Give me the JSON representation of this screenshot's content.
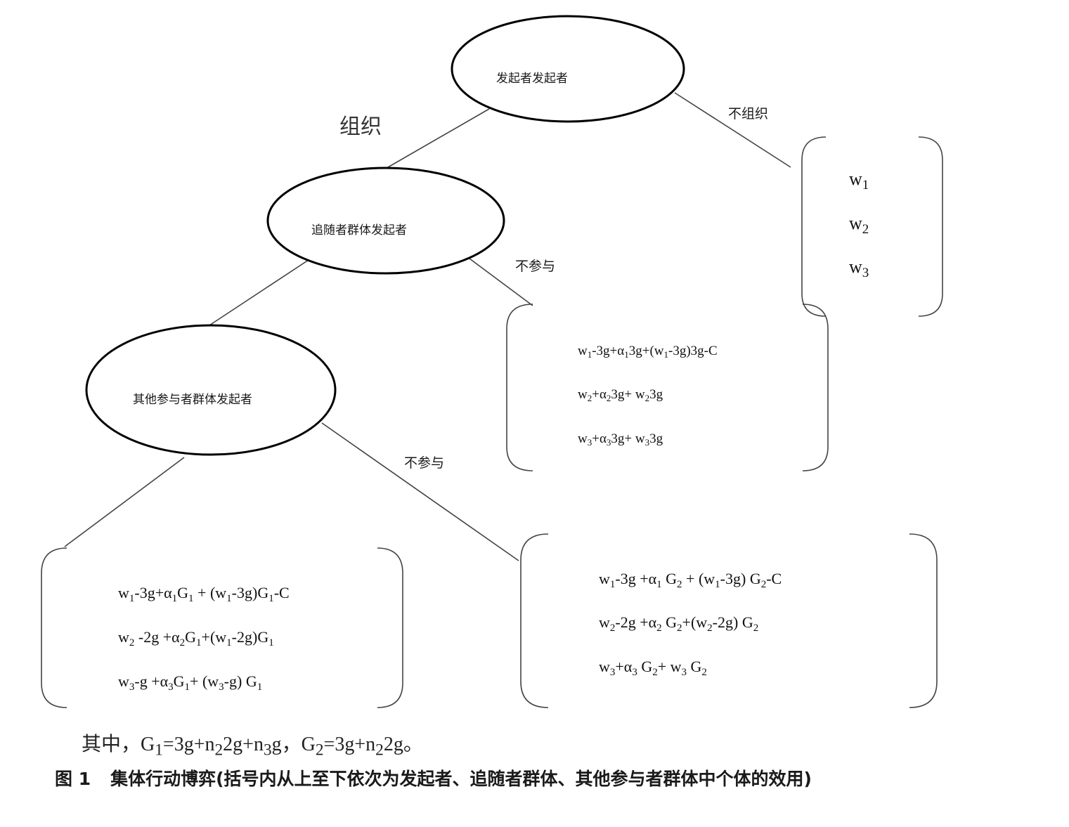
{
  "nodes": {
    "root": "发起者发起者",
    "follower": "追随者群体发起者",
    "others": "其他参与者群体发起者"
  },
  "edges": {
    "organize": "组织",
    "not_organize": "不组织",
    "follower_not_participate": "不参与",
    "others_not_participate": "不参与"
  },
  "payoffs": {
    "not_organize": {
      "l1": {
        "base": "w",
        "sub": "1"
      },
      "l2": {
        "base": "w",
        "sub": "2"
      },
      "l3": {
        "base": "w",
        "sub": "3"
      }
    },
    "follower_out": {
      "l1": {
        "a": "w",
        "b": "1",
        "c": "-3g+α",
        "d": "1",
        "e": "3g+(w",
        "f": "1",
        "g": "-3g)3g-C"
      },
      "l2": {
        "a": "w",
        "b": "2",
        "c": "+α",
        "d": "2",
        "e": "3g+ w",
        "f": "2",
        "g": "3g"
      },
      "l3": {
        "a": "w",
        "b": "3",
        "c": "+α",
        "d": "3",
        "e": "3g+ w",
        "f": "3",
        "g": "3g"
      }
    },
    "all_in": {
      "l1": {
        "a": "w",
        "b": "1",
        "c": "-3g+α",
        "d": "1",
        "e": "G",
        "f": "1",
        "g": " + (w",
        "h": "1",
        "i": "-3g)G",
        "j": "1",
        "k": "-C"
      },
      "l2": {
        "a": "w",
        "b": "2",
        "c": " -2g +α",
        "d": "2",
        "e": "G",
        "f": "1",
        "g": "+(w",
        "h": "1",
        "i": "-2g)G",
        "j": "1"
      },
      "l3": {
        "a": "w",
        "b": "3",
        "c": "-g +α",
        "d": "3",
        "e": "G",
        "f": "1",
        "g": "+ (w",
        "h": "3",
        "i": "-g) G",
        "j": "1"
      }
    },
    "others_out": {
      "l1": {
        "a": "w",
        "b": "1",
        "c": "-3g +α",
        "d": "1",
        "e": " G",
        "f": "2",
        "g": " + (w",
        "h": "1",
        "i": "-3g) G",
        "j": "2",
        "k": "-C"
      },
      "l2": {
        "a": "w",
        "b": "2",
        "c": "-2g +α",
        "d": "2",
        "e": " G",
        "f": "2",
        "g": "+(w",
        "h": "2",
        "i": "-2g) G",
        "j": "2"
      },
      "l3": {
        "a": "w",
        "b": "3",
        "c": "+α",
        "d": "3",
        "e": " G",
        "f": "2",
        "g": "+ w",
        "h": "3",
        "i": " G",
        "j": "2"
      }
    }
  },
  "note": {
    "p1": "其中，G",
    "s1": "1",
    "p2": "=3g+n",
    "s2": "2",
    "p3": "2g+n",
    "s3": "3",
    "p4": "g，G",
    "s4": "2",
    "p5": "=3g+n",
    "s5": "2",
    "p6": "2g。"
  },
  "caption": {
    "number": "图 1",
    "text": "集体行动博弈(括号内从上至下依次为发起者、追随者群体、其他参与者群体中个体的效用)"
  }
}
